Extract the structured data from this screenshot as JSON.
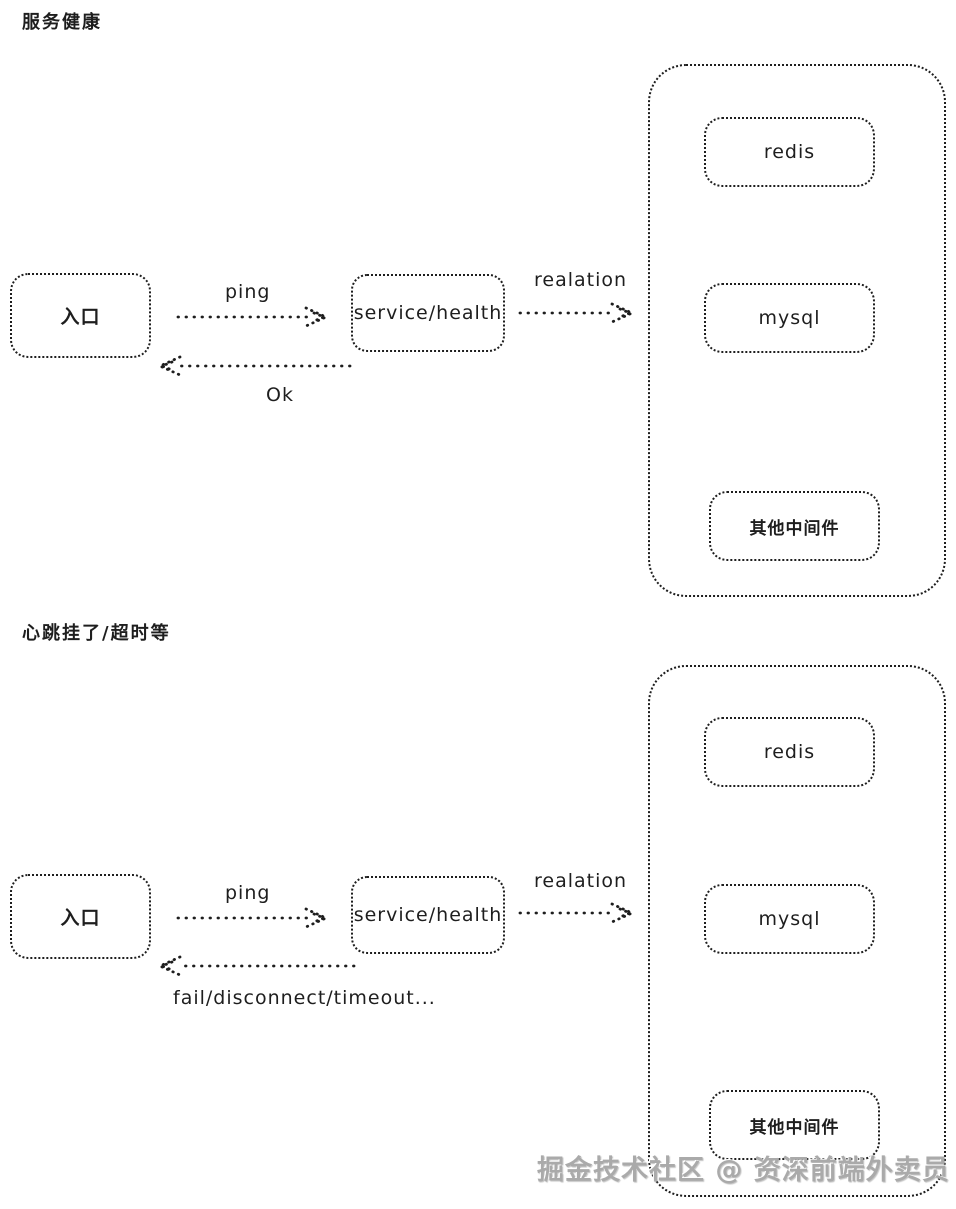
{
  "canvas": {
    "background": "#ffffff",
    "stroke_color": "#1e1e1e",
    "watermark_color": "#aaaaaa"
  },
  "watermark": {
    "text": "掘金技术社区 @ 资深前端外卖员"
  },
  "sections": [
    {
      "title": "服务健康",
      "entry_label": "入口",
      "request_label": "ping",
      "service_label": "service/health",
      "relation_label": "realation",
      "response_label": "Ok",
      "middleware": {
        "items": [
          "redis",
          "mysql",
          "其他中间件"
        ]
      }
    },
    {
      "title": "心跳挂了/超时等",
      "entry_label": "入口",
      "request_label": "ping",
      "service_label": "service/health",
      "relation_label": "realation",
      "response_label": "fail/disconnect/timeout...",
      "middleware": {
        "items": [
          "redis",
          "mysql",
          "其他中间件"
        ]
      }
    }
  ]
}
